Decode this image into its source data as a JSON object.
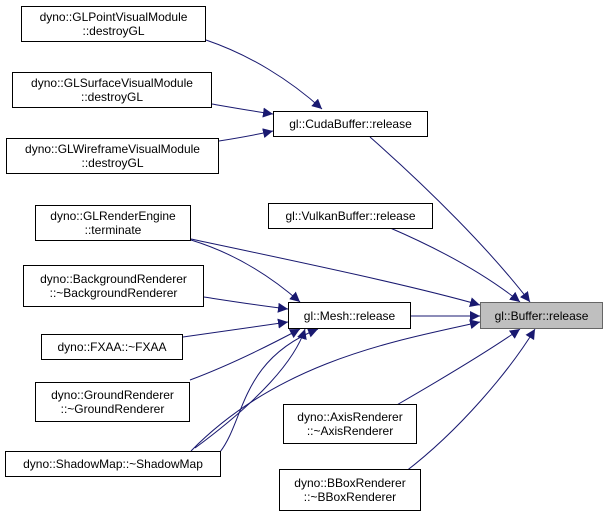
{
  "graph": {
    "colors": {
      "edge": "#191970",
      "node_border": "#000000",
      "target_fill": "#bfbfbf",
      "target_border": "#666666"
    },
    "nodes": {
      "gl_point_destroy": {
        "line1": "dyno::GLPointVisualModule",
        "line2": "::destroyGL"
      },
      "gl_surface_destroy": {
        "line1": "dyno::GLSurfaceVisualModule",
        "line2": "::destroyGL"
      },
      "gl_wireframe_destroy": {
        "line1": "dyno::GLWireframeVisualModule",
        "line2": "::destroyGL"
      },
      "cuda_release": {
        "line1": "gl::CudaBuffer::release"
      },
      "vulkan_release": {
        "line1": "gl::VulkanBuffer::release"
      },
      "render_engine_term": {
        "line1": "dyno::GLRenderEngine",
        "line2": "::terminate"
      },
      "background_dtor": {
        "line1": "dyno::BackgroundRenderer",
        "line2": "::~BackgroundRenderer"
      },
      "fxaa_dtor": {
        "line1": "dyno::FXAA::~FXAA"
      },
      "ground_dtor": {
        "line1": "dyno::GroundRenderer",
        "line2": "::~GroundRenderer"
      },
      "shadowmap_dtor": {
        "line1": "dyno::ShadowMap::~ShadowMap"
      },
      "mesh_release": {
        "line1": "gl::Mesh::release"
      },
      "buffer_release": {
        "line1": "gl::Buffer::release"
      },
      "axis_dtor": {
        "line1": "dyno::AxisRenderer",
        "line2": "::~AxisRenderer"
      },
      "bbox_dtor": {
        "line1": "dyno::BBoxRenderer",
        "line2": "::~BBoxRenderer"
      }
    }
  }
}
